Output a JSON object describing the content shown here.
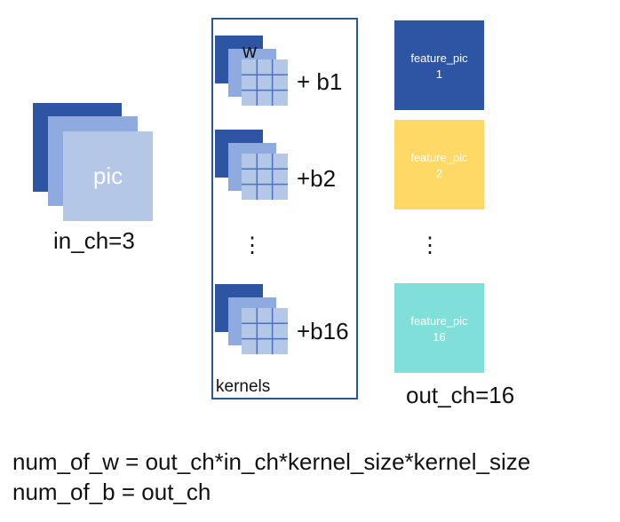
{
  "colors": {
    "layer_dark": "#2e55a4",
    "layer_mid": "#8eaade",
    "layer_light": "#b4c7e7",
    "grid_line": "#4a72c4",
    "box_border": "#2e5597",
    "feature_1": "#2e55a4",
    "feature_2": "#ffd966",
    "feature_3": "#80dfd9"
  },
  "input": {
    "pic_label": "pic",
    "channels_label": "in_ch=3"
  },
  "kernels": {
    "w_label": "w",
    "biases": [
      "+ b1",
      "+b2",
      "+b16"
    ],
    "dots": "⋮",
    "box_label": "kernels"
  },
  "features": {
    "items": [
      {
        "name": "feature_pic",
        "index": "1"
      },
      {
        "name": "feature_pic",
        "index": "2"
      },
      {
        "name": "feature_pic",
        "index": "16"
      }
    ],
    "dots": "⋮",
    "channels_label": "out_ch=16"
  },
  "formulas": [
    "num_of_w = out_ch*in_ch*kernel_size*kernel_size",
    "num_of_b = out_ch"
  ]
}
